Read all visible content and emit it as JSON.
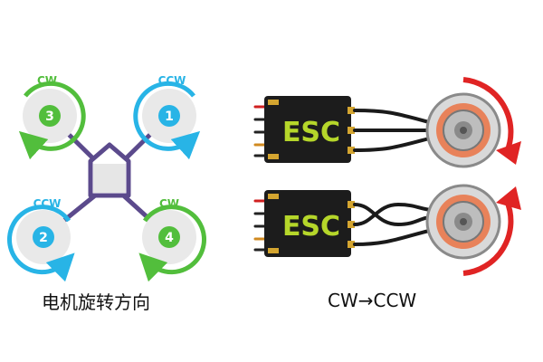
{
  "quad": {
    "rotor1": {
      "number": "1",
      "dir": "CCW"
    },
    "rotor2": {
      "number": "2",
      "dir": "CCW"
    },
    "rotor3": {
      "number": "3",
      "dir": "CW"
    },
    "rotor4": {
      "number": "4",
      "dir": "CW"
    },
    "caption": "电机旋转方向"
  },
  "esc": {
    "top_label": "ESC",
    "bottom_label": "ESC",
    "caption": "CW→CCW"
  },
  "colors": {
    "cw": "#52be3c",
    "ccw": "#28b4e6",
    "frame": "#5b4a8c",
    "esc_body": "#1c1c1c",
    "esc_text": "#b5d62a",
    "arrow": "#e02424"
  }
}
